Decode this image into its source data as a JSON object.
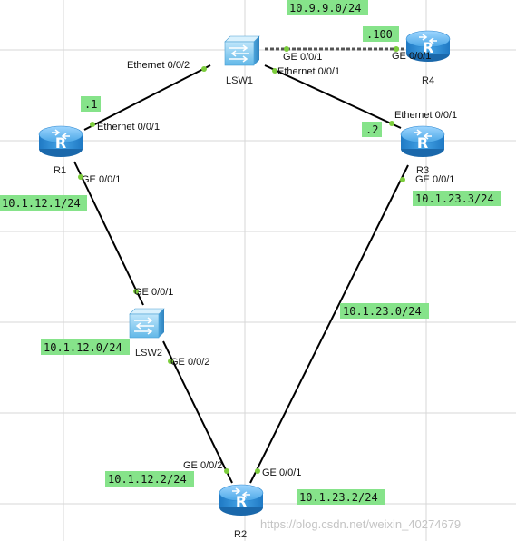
{
  "devices": {
    "r1": "R1",
    "r2": "R2",
    "r3": "R3",
    "r4": "R4",
    "lsw1": "LSW1",
    "lsw2": "LSW2"
  },
  "ports": {
    "lsw1_e002": "Ethernet 0/0/2",
    "lsw1_ge001": "GE 0/0/1",
    "lsw1_e001": "Ethernet 0/0/1",
    "r4_ge001": "GE 0/0/1",
    "r1_e001": "Ethernet 0/0/1",
    "r1_ge001": "GE 0/0/1",
    "r3_e001": "Ethernet 0/0/1",
    "r3_ge001": "GE 0/0/1",
    "lsw2_ge001": "GE 0/0/1",
    "lsw2_ge002": "GE 0/0/2",
    "r2_ge002": "GE 0/0/2",
    "r2_ge001": "GE 0/0/1"
  },
  "tags": {
    "net_10_9_9": "10.9.9.0/24",
    "host_100": ".100",
    "host_1": ".1",
    "host_2": ".2",
    "r1_ip": "10.1.12.1/24",
    "r3_ip": "10.1.23.3/24",
    "net_10_1_23": "10.1.23.0/24",
    "net_10_1_12": "10.1.12.0/24",
    "r2_ip_12": "10.1.12.2/24",
    "r2_ip_23": "10.1.23.2/24"
  },
  "watermark": "https://blog.csdn.net/weixin_40274679",
  "colors": {
    "tag_bg": "#86e38a",
    "router": "#2e8fd6",
    "switch": "#5bb5e8",
    "port_dot": "#7ccd3c"
  },
  "icons": {
    "router": "router-icon",
    "switch": "switch-icon"
  }
}
